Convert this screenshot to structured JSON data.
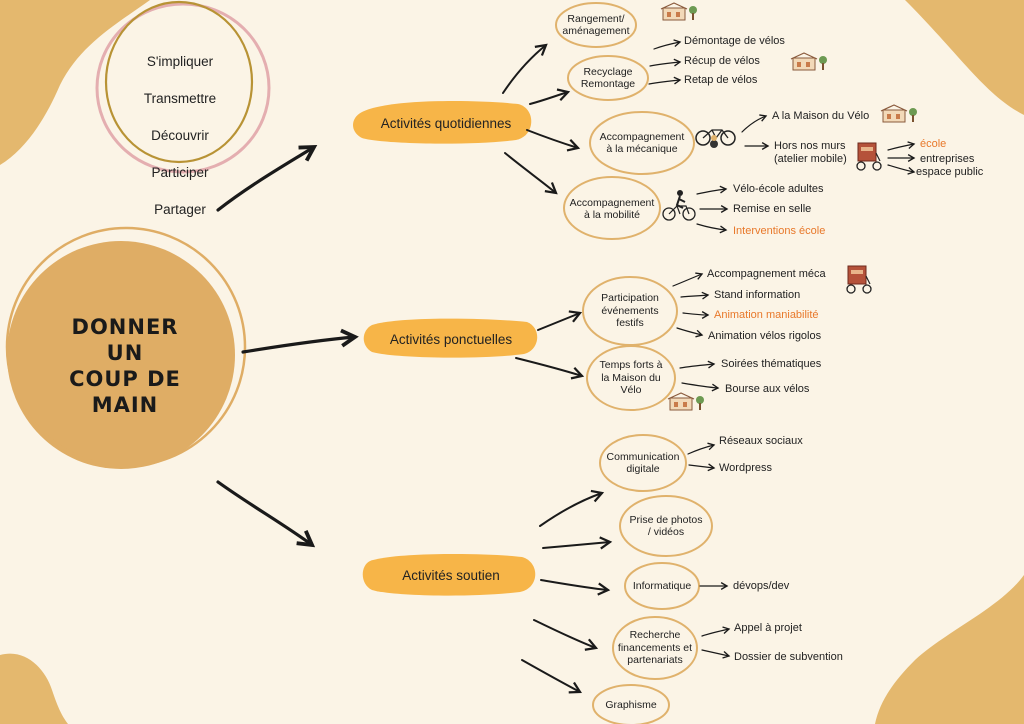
{
  "center": {
    "title": "DONNER\nUN\nCOUP DE\nMAIN"
  },
  "verbs": [
    "S'impliquer",
    "Transmettre",
    "Découvrir",
    "Participer",
    "Partager"
  ],
  "categories": {
    "quotidiennes": "Activités quotidiennes",
    "ponctuelles": "Activités ponctuelles",
    "soutien": "Activités soutien"
  },
  "nodes": {
    "rangement": "Rangement/\naménagement",
    "recyclage": "Recyclage\nRemontage",
    "accomp_meca": "Accompagnement\nà la mécanique",
    "accomp_mob": "Accompagnement\nà la mobilité",
    "participation": "Participation\névénements\nfestifs",
    "temps_forts": "Temps forts à\nla Maison du\nVélo",
    "communication": "Communication\ndigitale",
    "photos": "Prise de photos\n/ vidéos",
    "informatique": "Informatique",
    "recherche": "Recherche\nfinancements et\npartenariats",
    "graphisme": "Graphisme"
  },
  "leaves": {
    "demontage": "Démontage de vélos",
    "recup": "Récup de vélos",
    "retap": "Retap de vélos",
    "maison_velo": "A la Maison du Vélo",
    "hors_murs": "Hors nos murs\n(atelier mobile)",
    "ecole": "école",
    "entreprises": "entreprises",
    "espace_public": "espace public",
    "velo_ecole": "Vélo-école adultes",
    "remise_selle": "Remise en selle",
    "interventions_ecole": "Interventions école",
    "accomp_meca_leaf": "Accompagnement méca",
    "stand": "Stand information",
    "animation_maniabilite": "Animation maniabilité",
    "animation_rigolos": "Animation vélos rigolos",
    "soirees": "Soirées thématiques",
    "bourse": "Bourse aux vélos",
    "reseaux": "Réseaux sociaux",
    "wordpress": "Wordpress",
    "devops": "dévops/dev",
    "appel": "Appel à projet",
    "dossier": "Dossier de subvention"
  },
  "colors": {
    "background": "#fbf4e6",
    "blob": "#e4b86e",
    "center_fill": "#dfad65",
    "category_fill": "#f7b548",
    "ellipse_stroke": "#e0b26c",
    "verbs_ring_outer": "#e4aeb0",
    "verbs_ring_inner": "#b89335",
    "accent_orange": "#e8782a"
  },
  "icons": [
    "house-icon",
    "bicycle-repair-icon",
    "cyclist-icon",
    "cargo-bike-icon"
  ]
}
